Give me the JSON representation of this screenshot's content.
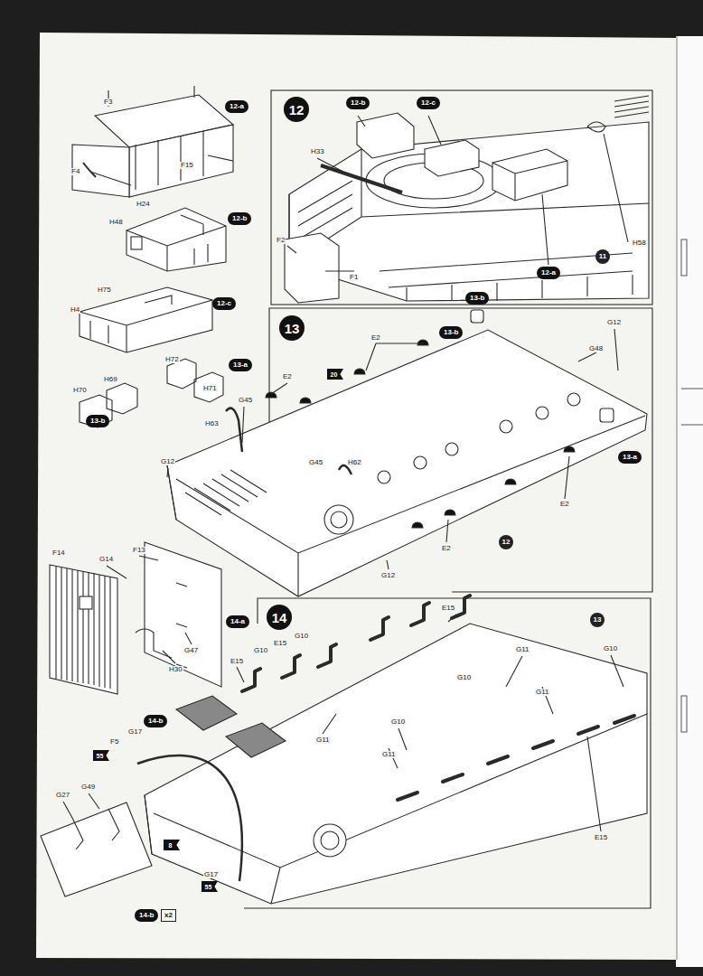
{
  "diagram": {
    "nodes": [
      {
        "text": [
          "12-a"
        ]
      },
      {
        "text": [
          "12-b"
        ]
      },
      {
        "text": [
          "12-c"
        ]
      },
      {
        "text": [
          "13-a"
        ]
      },
      {
        "text": [
          "13-b"
        ]
      },
      {
        "text": [
          "12"
        ]
      },
      {
        "text": [
          "12-b"
        ]
      },
      {
        "text": [
          "12-c"
        ]
      },
      {
        "text": [
          "12-a"
        ]
      },
      {
        "text": [
          "11"
        ]
      },
      {
        "text": [
          "13"
        ]
      },
      {
        "text": [
          "13-b"
        ]
      },
      {
        "text": [
          "13-b"
        ]
      },
      {
        "text": [
          "20"
        ]
      },
      {
        "text": [
          "12"
        ]
      },
      {
        "text": [
          "13-a"
        ]
      },
      {
        "text": [
          "14-a"
        ]
      },
      {
        "text": [
          "14"
        ]
      },
      {
        "text": [
          "13"
        ]
      },
      {
        "text": [
          "14-b"
        ]
      },
      {
        "text": [
          "55"
        ]
      },
      {
        "text": [
          "8"
        ]
      },
      {
        "text": [
          "55"
        ]
      },
      {
        "text": [
          "14-b"
        ]
      },
      {
        "text": [
          "x2"
        ]
      }
    ],
    "labels": [
      "F3",
      "F15",
      "F4",
      "H24",
      "H48",
      "H75",
      "H4",
      "H72",
      "H71",
      "H70",
      "H69",
      "H33",
      "F2",
      "F1",
      "H58",
      "G12",
      "G48",
      "E2",
      "E2",
      "G45",
      "H63",
      "G45",
      "H62",
      "G12",
      "G12",
      "E2",
      "E2",
      "E15",
      "E15",
      "E15",
      "G10",
      "G10",
      "G11",
      "G10",
      "G10",
      "G11",
      "G11",
      "G10",
      "G11",
      "E15",
      "F5",
      "G17",
      "G17",
      "F13",
      "G14",
      "F14",
      "G47",
      "H30",
      "G27",
      "G49"
    ]
  }
}
